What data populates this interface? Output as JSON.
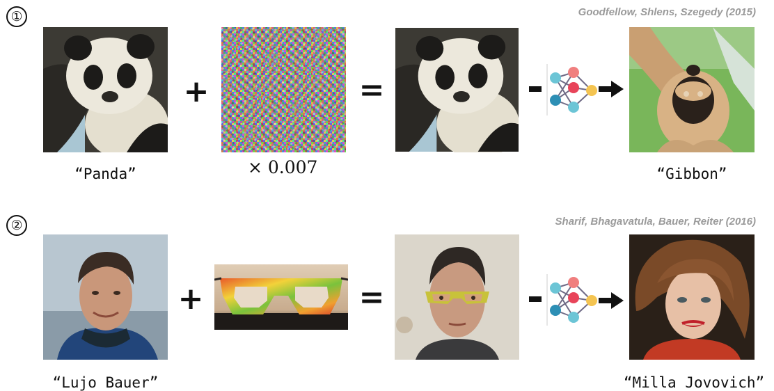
{
  "rows": [
    {
      "number": "①",
      "citation": "Goodfellow, Shlens, Szegedy (2015)",
      "input_label": "“Panda”",
      "plus": "+",
      "perturbation_label": "× 0.007",
      "equals": "=",
      "output_label": "“Gibbon”"
    },
    {
      "number": "②",
      "citation": "Sharif, Bhagavatula, Bauer, Reiter (2016)",
      "input_label": "“Lujo Bauer”",
      "plus": "+",
      "equals": "=",
      "output_label": "“Milla Jovovich”"
    }
  ],
  "icons": {
    "network": "neural-network-icon",
    "arrow": "right-arrow-icon"
  },
  "colors": {
    "network_nodes": [
      "#6cc5d6",
      "#f07f7f",
      "#e8445a",
      "#2d8fb5",
      "#f4c451"
    ],
    "network_edges": "#6f6a85"
  }
}
